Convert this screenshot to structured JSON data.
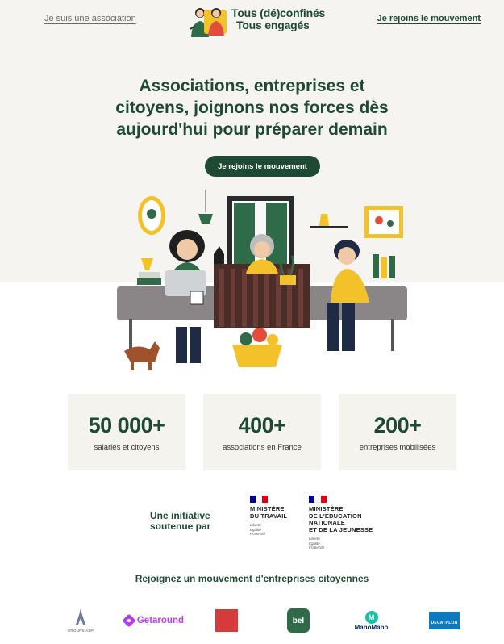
{
  "header": {
    "left_link": "Je suis une association",
    "right_link": "Je rejoins le mouvement",
    "logo_line1": "Tous (dé)confinés",
    "logo_line2": "Tous engagés"
  },
  "hero": {
    "headline_line1": "Associations, entreprises et",
    "headline_line2": "citoyens, joignons nos forces dès",
    "headline_line3": "aujourd'hui pour préparer demain",
    "cta_label": "Je rejoins le mouvement"
  },
  "stats": [
    {
      "value": "50 000+",
      "label": "salariés et citoyens"
    },
    {
      "value": "400+",
      "label": "associations en France"
    },
    {
      "value": "200+",
      "label": "entreprises mobilisées"
    }
  ],
  "initiative": {
    "label_line1": "Une initiative",
    "label_line2": "soutenue par",
    "ministry1": {
      "line1": "MINISTÈRE",
      "line2": "DU TRAVAIL",
      "motto1": "Liberté",
      "motto2": "Égalité",
      "motto3": "Fraternité"
    },
    "ministry2": {
      "line1": "MINISTÈRE",
      "line2": "DE L'ÉDUCATION",
      "line3": "NATIONALE",
      "line4": "ET DE LA JEUNESSE",
      "motto1": "Liberté",
      "motto2": "Égalité",
      "motto3": "Fraternité"
    }
  },
  "partners": {
    "title": "Rejoignez un mouvement d'entreprises citoyennes",
    "items": [
      {
        "name": "GROUPE ADP"
      },
      {
        "name": "Getaround"
      },
      {
        "name": "bel"
      },
      {
        "name": "ManoMano"
      },
      {
        "name": "DECATHLON"
      }
    ]
  },
  "colors": {
    "brand_green": "#1e4a33",
    "accent_yellow": "#f3c22b",
    "hero_bg": "#f5f4f1",
    "card_bg": "#f5f3ee"
  }
}
